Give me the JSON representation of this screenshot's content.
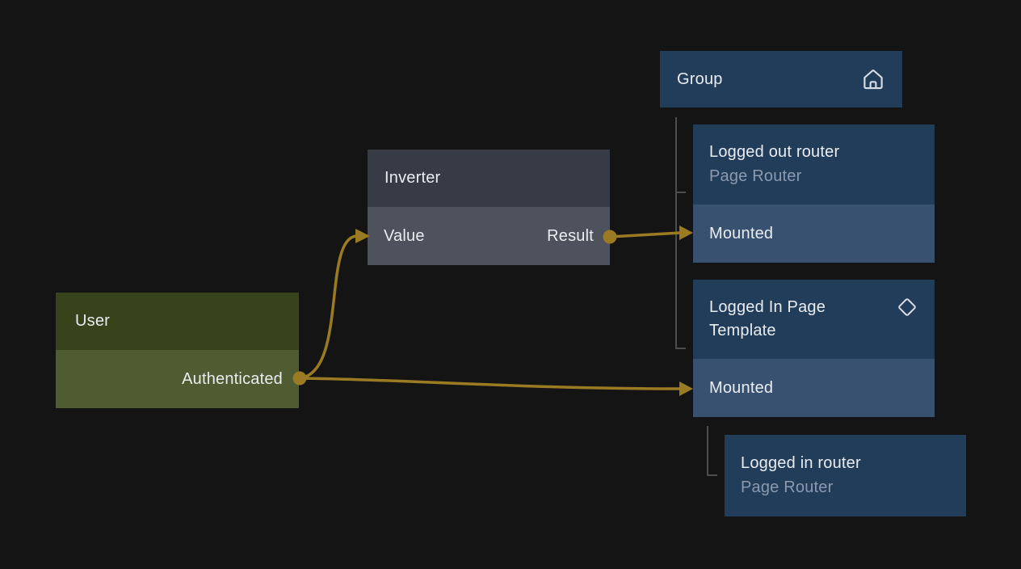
{
  "canvas": {
    "background_color": "#141414",
    "wire_color": "#9a7a22",
    "tree_line_color": "#4d4d4d",
    "title_color": "#e9ecf0",
    "subtitle_color": "#8b9aae"
  },
  "nodes": {
    "user": {
      "title": "User",
      "header_color": "#38431c",
      "row_color": "#4f5b31",
      "outputs": [
        {
          "label": "Authenticated"
        }
      ]
    },
    "inverter": {
      "title": "Inverter",
      "header_color": "#363b45",
      "row_color": "#4e525c",
      "inputs": [
        {
          "label": "Value"
        }
      ],
      "outputs": [
        {
          "label": "Result"
        }
      ]
    },
    "group": {
      "title": "Group",
      "icon": "home-icon",
      "header_color": "#223d5a"
    },
    "logged_out_router": {
      "title": "Logged out router",
      "subtitle": "Page Router",
      "header_color": "#223d5a",
      "row_color": "#385170",
      "inputs": [
        {
          "label": "Mounted"
        }
      ]
    },
    "logged_in_page_template": {
      "title": "Logged In Page Template",
      "icon": "diamond-icon",
      "header_color": "#223d5a",
      "row_color": "#385170",
      "inputs": [
        {
          "label": "Mounted"
        }
      ]
    },
    "logged_in_router": {
      "title": "Logged in router",
      "subtitle": "Page Router",
      "header_color": "#223d5a"
    }
  },
  "edges": [
    {
      "from": "User.Authenticated",
      "to": "Inverter.Value"
    },
    {
      "from": "Inverter.Result",
      "to": "Logged out router.Mounted"
    },
    {
      "from": "User.Authenticated",
      "to": "Logged In Page Template.Mounted"
    }
  ],
  "hierarchy": [
    {
      "parent": "Group",
      "children": [
        "Logged out router",
        "Logged In Page Template"
      ]
    },
    {
      "parent": "Logged In Page Template.Mounted",
      "children": [
        "Logged in router"
      ]
    }
  ]
}
